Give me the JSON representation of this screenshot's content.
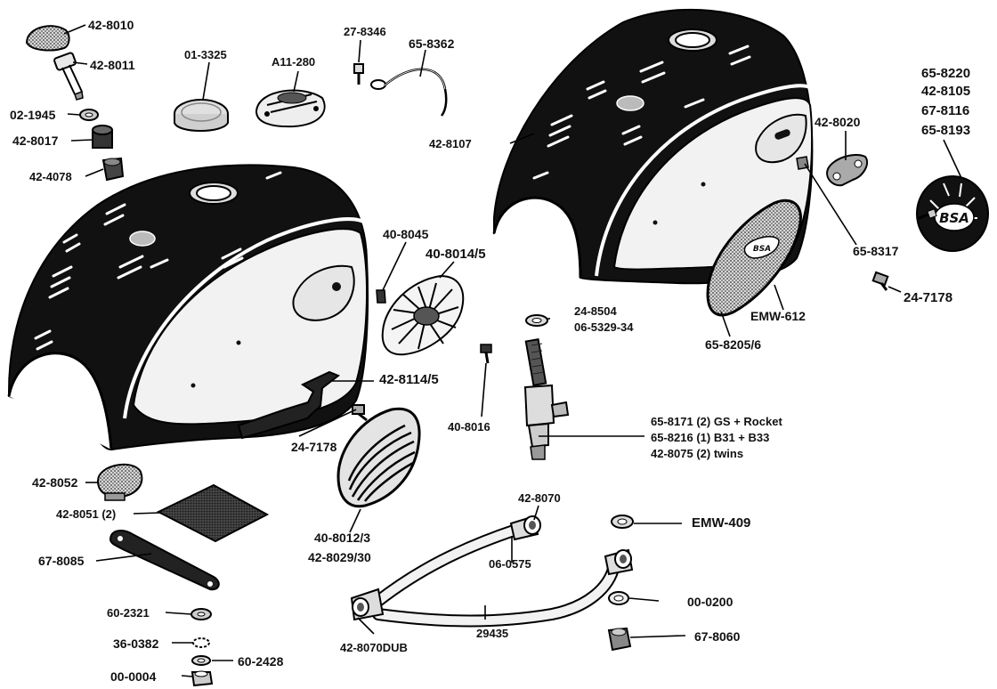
{
  "title": "",
  "parts": {
    "p1": "42-8010",
    "p2": "42-8011",
    "p3": "02-1945",
    "p4": "42-8017",
    "p5": "42-4078",
    "p6": "01-3325",
    "p7": "A11-280",
    "p8": "27-8346",
    "p9": "65-8362",
    "p10": "42-8107",
    "p11": "42-8020",
    "p12a": "65-8220",
    "p12b": "42-8105",
    "p12c": "67-8116",
    "p12d": "65-8193",
    "p13": "65-8317",
    "p14": "24-7178",
    "p15": "EMW-612",
    "p16": "65-8205/6",
    "p17": "40-8045",
    "p18": "40-8014/5",
    "p19a": "24-8504",
    "p19b": "06-5329-34",
    "p20": "42-8114/5",
    "p21": "40-8016",
    "p22": "24-7178",
    "p23a": "65-8171 (2) GS + Rocket",
    "p23b": "65-8216 (1) B31 + B33",
    "p23c": "42-8075 (2) twins",
    "p24": "42-8052",
    "p25": "42-8051 (2)",
    "p26a": "40-8012/3",
    "p26b": "42-8029/30",
    "p27": "42-8070",
    "p28": "EMW-409",
    "p29": "06-0575",
    "p30": "67-8085",
    "p31": "00-0200",
    "p32": "60-2321",
    "p33": "29435",
    "p34": "36-0382",
    "p35": "67-8060",
    "p36": "60-2428",
    "p37": "42-8070DUB",
    "p38": "00-0004"
  },
  "badge_text": "BSA"
}
